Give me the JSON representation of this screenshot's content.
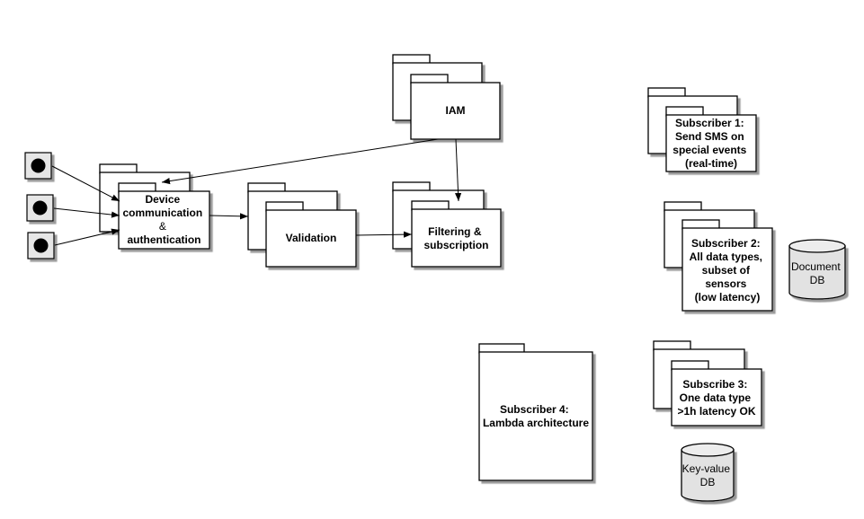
{
  "components": {
    "device_comm": {
      "lines": [
        "Device",
        "communication",
        "&",
        "authentication"
      ]
    },
    "validation": {
      "lines": [
        "Validation"
      ]
    },
    "iam": {
      "lines": [
        "IAM"
      ]
    },
    "filtering": {
      "lines": [
        "Filtering &",
        "subscription"
      ]
    },
    "subscriber1": {
      "lines": [
        "Subscriber 1:",
        "Send SMS on",
        "special events",
        "(real-time)"
      ]
    },
    "subscriber2": {
      "lines": [
        "Subscriber 2:",
        "All data types,",
        "subset of",
        "sensors",
        "(low latency)"
      ]
    },
    "subscriber3": {
      "lines": [
        "Subscribe 3:",
        "One data type",
        ">1h latency OK"
      ]
    },
    "subscriber4": {
      "lines": [
        "Subscriber 4:",
        "Lambda architecture"
      ]
    }
  },
  "databases": {
    "document_db": {
      "lines": [
        "Document",
        "DB"
      ]
    },
    "keyvalue_db": {
      "lines": [
        "Key-value",
        "DB"
      ]
    }
  },
  "colors": {
    "stroke": "#000000",
    "shadow": "#9a9a9a",
    "db_fill": "#e2e2e2",
    "sensor_fill": "#e6e6e6"
  }
}
